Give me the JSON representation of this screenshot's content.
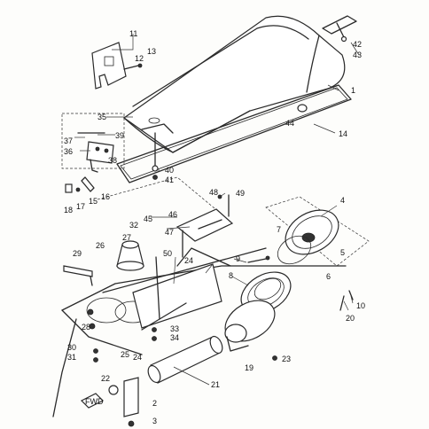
{
  "labels": {
    "l1": "1",
    "l2": "2",
    "l3": "3",
    "l4": "4",
    "l5": "5",
    "l6": "6",
    "l7": "7",
    "l8": "8",
    "l9": "9",
    "l10": "10",
    "l11": "11",
    "l12": "12",
    "l13": "13",
    "l14": "14",
    "l15": "15",
    "l16": "16",
    "l17": "17",
    "l18": "18",
    "l19": "19",
    "l20": "20",
    "l21": "21",
    "l22": "22",
    "l23": "23",
    "l24a": "24",
    "l24b": "24",
    "l25": "25",
    "l26": "26",
    "l27": "27",
    "l28": "28",
    "l29": "29",
    "l30": "30",
    "l31": "31",
    "l32": "32",
    "l33": "33",
    "l34": "34",
    "l35": "35",
    "l36": "36",
    "l37": "37",
    "l38": "38",
    "l39": "39",
    "l40": "40",
    "l41": "41",
    "l42": "42",
    "l43": "43",
    "l44": "44",
    "l45": "45",
    "l46": "46",
    "l47": "47",
    "l48": "48",
    "l49": "49",
    "l50": "50"
  },
  "fwd_tag": "FWD"
}
